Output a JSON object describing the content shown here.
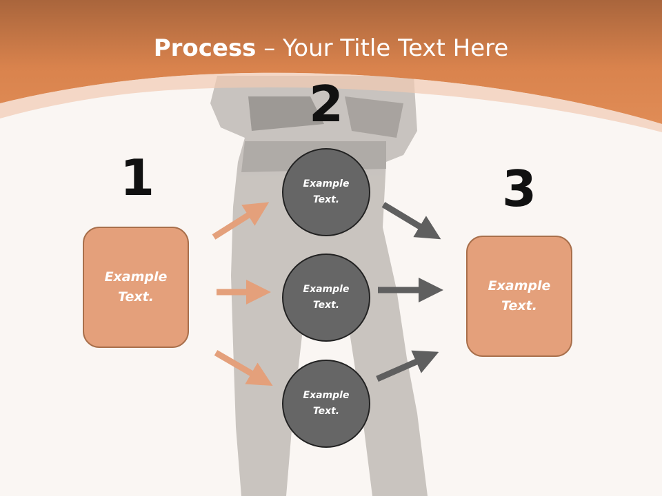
{
  "header": {
    "title_bold": "Process",
    "title_rest": " – Your Title Text Here"
  },
  "diagram": {
    "step_numbers": [
      "1",
      "2",
      "3"
    ],
    "left_box": "Example\nText.",
    "circles": [
      "Example\nText.",
      "Example\nText.",
      "Example\nText."
    ],
    "right_box": "Example\nText."
  },
  "colors": {
    "header_orange": "#d9834d",
    "box_fill": "#e4a07b",
    "box_border": "#a86f4b",
    "circle_fill": "#666666",
    "arrow_orange": "#e4a07b",
    "arrow_gray": "#5f5f5f"
  }
}
